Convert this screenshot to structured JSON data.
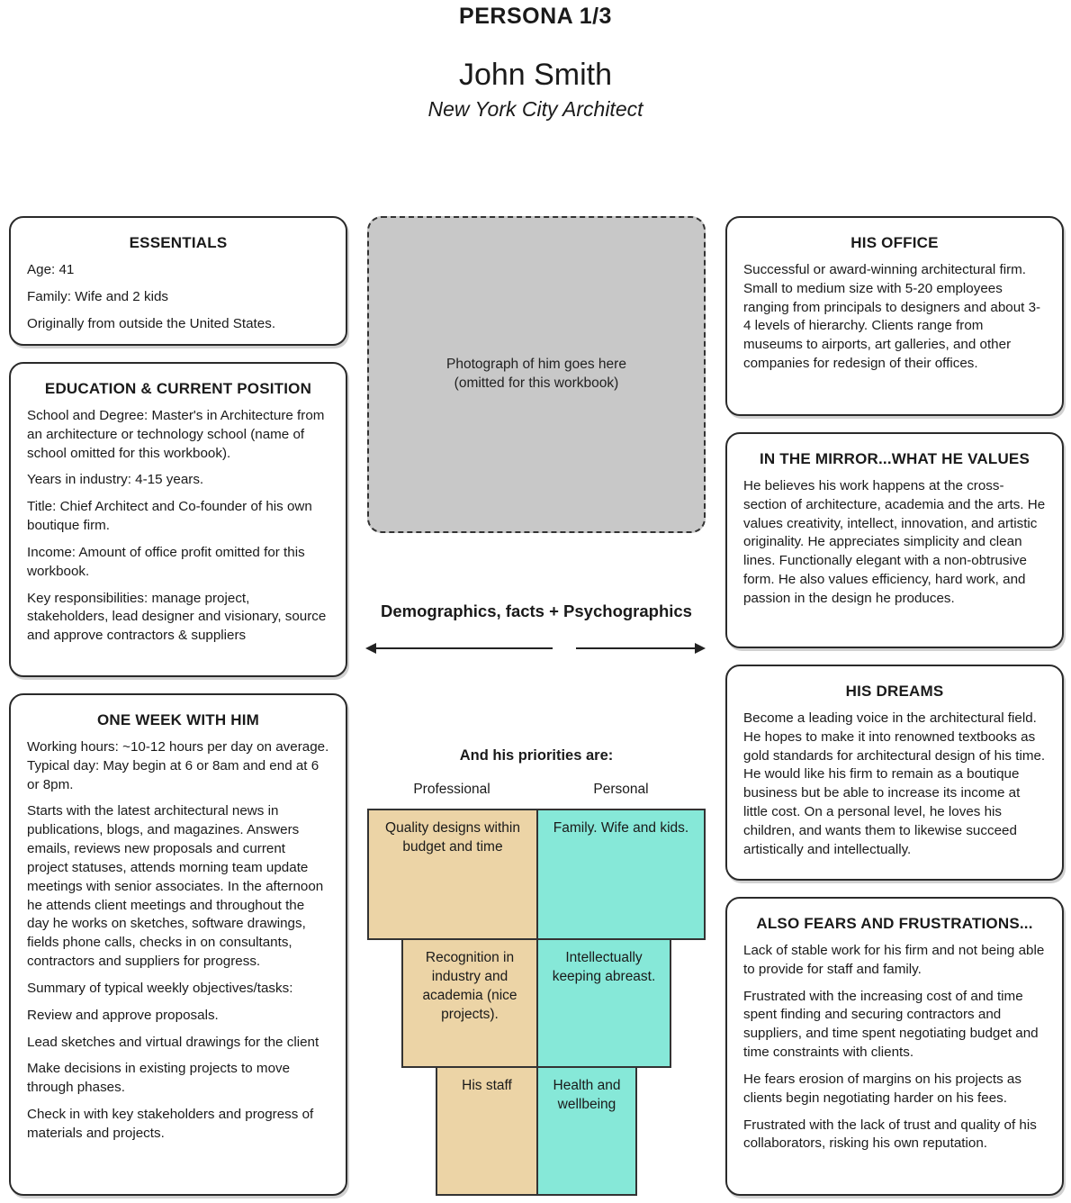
{
  "header": {
    "title": "PERSONA 1/3",
    "name": "John Smith",
    "role": "New York City Architect"
  },
  "essentials": {
    "heading": "ESSENTIALS",
    "lines": [
      "Age: 41",
      "Family: Wife and 2 kids",
      "Originally from outside the United States."
    ]
  },
  "education": {
    "heading": "EDUCATION & CURRENT POSITION",
    "paragraphs": [
      "School and Degree: Master's in Architecture from an architecture or technology school (name of school omitted for this workbook).",
      "Years in industry: 4-15 years.",
      "Title: Chief Architect and Co-founder of his own boutique firm.",
      "Income: Amount of office profit omitted for this workbook.",
      "Key responsibilities: manage project, stakeholders, lead designer and visionary, source and approve contractors & suppliers"
    ]
  },
  "week": {
    "heading": "ONE WEEK WITH HIM",
    "paragraphs": [
      "Working hours: ~10-12 hours per day on average. Typical day: May begin at 6 or 8am and end at 6 or 8pm.",
      "Starts with the latest architectural news in publications, blogs, and magazines. Answers emails, reviews new proposals and current project statuses, attends morning team update meetings with senior associates. In the afternoon he attends client meetings and throughout the day he works on sketches, software drawings, fields phone calls, checks in on consultants, contractors and suppliers for progress.",
      "Summary of typical weekly objectives/tasks:",
      "Review and approve proposals.",
      "Lead sketches and virtual drawings for the client",
      "Make decisions in existing projects to move through phases.",
      "Check in with key stakeholders and progress of materials and projects."
    ]
  },
  "photo": {
    "line1": "Photograph of him goes here",
    "line2": "(omitted for this workbook)"
  },
  "demographics_label": "Demographics, facts + Psychographics",
  "priorities": {
    "title": "And his priorities are:",
    "professional_label": "Professional",
    "personal_label": "Personal",
    "professional": [
      "Quality designs within budget and time",
      "Recognition in industry and academia (nice projects).",
      "His staff"
    ],
    "personal": [
      "Family. Wife and kids.",
      "Intellectually keeping abreast.",
      "Health and wellbeing"
    ],
    "colors": {
      "professional": "#ecd4a6",
      "personal": "#86e8d8"
    }
  },
  "office": {
    "heading": "HIS OFFICE",
    "paragraphs": [
      "Successful or award-winning architectural firm. Small to medium size with 5-20 employees ranging from principals to designers and about 3-4 levels of hierarchy. Clients range from museums to airports, art galleries, and other companies for redesign of their offices."
    ]
  },
  "values": {
    "heading": "IN THE MIRROR...WHAT HE VALUES",
    "paragraphs": [
      "He believes his work happens at the cross-section of architecture, academia and the arts. He values creativity, intellect, innovation, and artistic originality. He appreciates simplicity and clean lines. Functionally elegant with a non-obtrusive form. He also values efficiency, hard work, and passion in the design he produces."
    ]
  },
  "dreams": {
    "heading": "HIS DREAMS",
    "paragraphs": [
      "Become a leading voice in the architectural field. He hopes to make it into renowned textbooks as gold standards for architectural design of his time. He would like his firm to remain as a boutique business but be able to increase its income at little cost. On a personal level, he loves his children, and wants them to likewise succeed artistically and intellectually."
    ]
  },
  "fears": {
    "heading": "ALSO FEARS AND FRUSTRATIONS...",
    "paragraphs": [
      "Lack of stable work for his firm and not being able to provide for staff and family.",
      "Frustrated with the increasing cost of and time spent finding and securing contractors and suppliers, and time spent negotiating budget and time constraints with clients.",
      "He fears erosion of margins on his projects as clients begin negotiating harder on his fees.",
      "Frustrated with the lack of trust and quality of his collaborators, risking his own reputation."
    ]
  }
}
